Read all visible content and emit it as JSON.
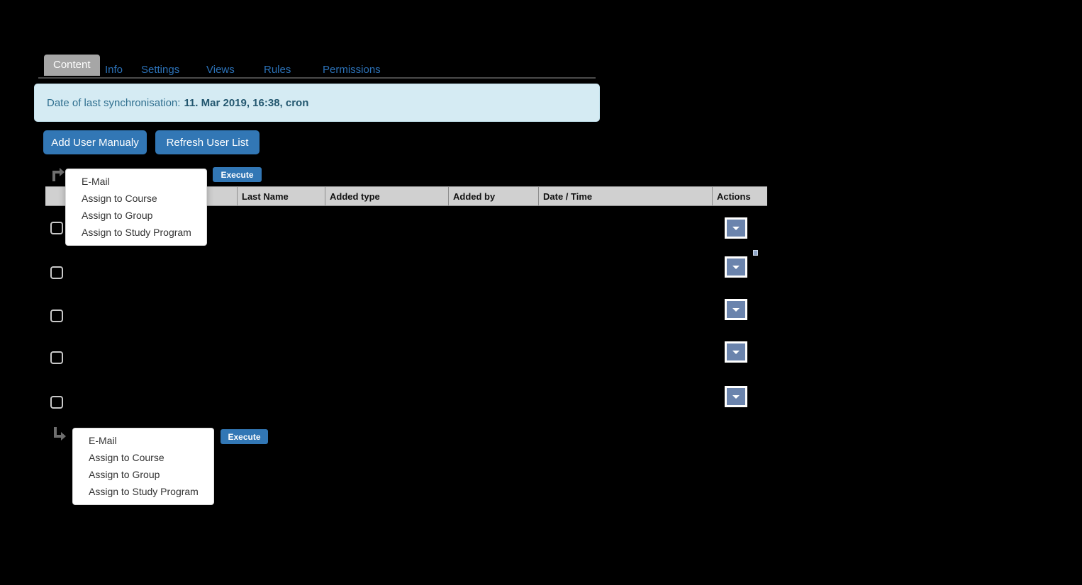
{
  "tabs": [
    {
      "label": "Content",
      "active": true
    },
    {
      "label": "Info",
      "active": false
    },
    {
      "label": "Settings",
      "active": false
    },
    {
      "label": "Views",
      "active": false
    },
    {
      "label": "Rules",
      "active": false
    },
    {
      "label": "Permissions",
      "active": false
    }
  ],
  "sync": {
    "label": "Date of last synchronisation:",
    "value": "11. Mar 2019, 16:38, cron"
  },
  "toolbar": {
    "add_user_label": "Add User Manualy",
    "refresh_label": "Refresh User List"
  },
  "bulk_action_top": {
    "icon": "level-up-arrow-icon",
    "execute_label": "Execute",
    "menu": [
      "E-Mail",
      "Assign to Course",
      "Assign to Group",
      "Assign to Study Program"
    ]
  },
  "bulk_action_bottom": {
    "icon": "level-down-arrow-icon",
    "execute_label": "Execute",
    "menu": [
      "E-Mail",
      "Assign to Course",
      "Assign to Group",
      "Assign to Study Program"
    ]
  },
  "table": {
    "columns": [
      "",
      "",
      "",
      "Last Name",
      "Added type",
      "Added by",
      "Date / Time",
      "Actions"
    ],
    "rows": [
      {
        "selected": false,
        "action_icon": "caret-down-icon"
      },
      {
        "selected": false,
        "action_icon": "caret-down-icon"
      },
      {
        "selected": false,
        "action_icon": "caret-down-icon"
      },
      {
        "selected": false,
        "action_icon": "caret-down-icon"
      },
      {
        "selected": false,
        "action_icon": "caret-down-icon"
      }
    ]
  },
  "colors": {
    "page_background": "#000000",
    "primary_button": "#3277b5",
    "banner_background": "#d5ebf3",
    "banner_text": "#2f6f8f",
    "table_header": "#d0d0d0",
    "action_button": "#6b84ad",
    "active_tab": "#a6a6a6",
    "tab_link": "#2c72b8"
  }
}
